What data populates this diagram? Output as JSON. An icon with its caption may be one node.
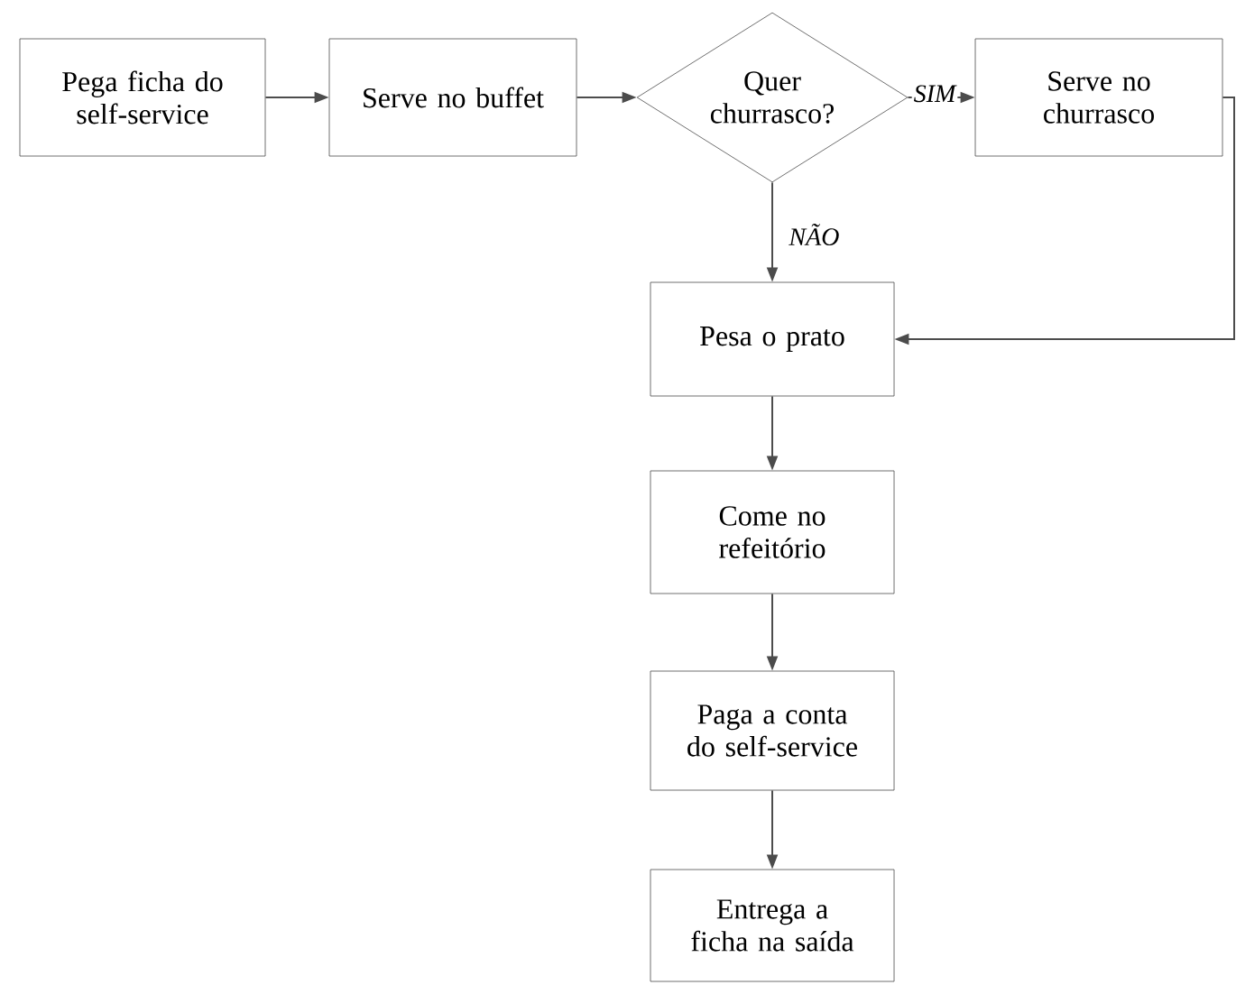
{
  "diagram": {
    "nodes": [
      {
        "text": [
          "Pega ficha do self-service"
        ]
      },
      {
        "text": [
          "Serve no buffet"
        ]
      },
      {
        "text": [
          "Quer churrasco?"
        ]
      },
      {
        "text": [
          "Serve no churrasco"
        ]
      },
      {
        "text": [
          "Pesa o prato"
        ]
      },
      {
        "text": [
          "Come no refeitório"
        ]
      },
      {
        "text": [
          "Paga a conta do self-service"
        ]
      },
      {
        "text": [
          "Entrega a ficha na saída"
        ]
      }
    ],
    "edges": [
      {
        "from": 0,
        "to": 1,
        "arrow": "to"
      },
      {
        "from": 1,
        "to": 2,
        "arrow": "to"
      },
      {
        "from": 2,
        "to": 3,
        "arrow": "to",
        "label": "SIM"
      },
      {
        "from": 2,
        "to": 4,
        "arrow": "to",
        "label": "NÃO"
      },
      {
        "from": 3,
        "to": 4,
        "arrow": "to"
      },
      {
        "from": 4,
        "to": 5,
        "arrow": "to"
      },
      {
        "from": 5,
        "to": 6,
        "arrow": "to"
      },
      {
        "from": 6,
        "to": 7,
        "arrow": "to"
      }
    ]
  }
}
